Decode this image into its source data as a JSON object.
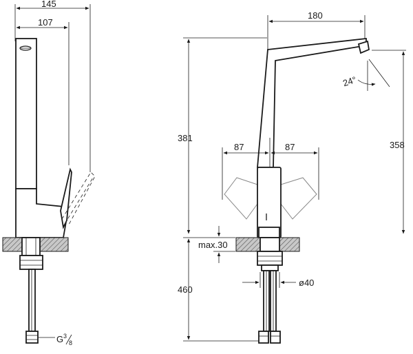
{
  "side_view": {
    "dim_overall_width": "145",
    "dim_spout_width": "107",
    "dim_connection": "G3/8",
    "thread_prefix": "G",
    "thread_num": "3",
    "thread_den": "8"
  },
  "front_view": {
    "dim_spout_reach": "180",
    "dim_total_height": "381",
    "dim_outlet_height": "358",
    "dim_lever_left": "87",
    "dim_lever_right": "87",
    "dim_spout_angle": "24°",
    "dim_max_thickness": "max.30",
    "dim_hose_length": "460",
    "dim_hole_diameter": "ø40"
  }
}
